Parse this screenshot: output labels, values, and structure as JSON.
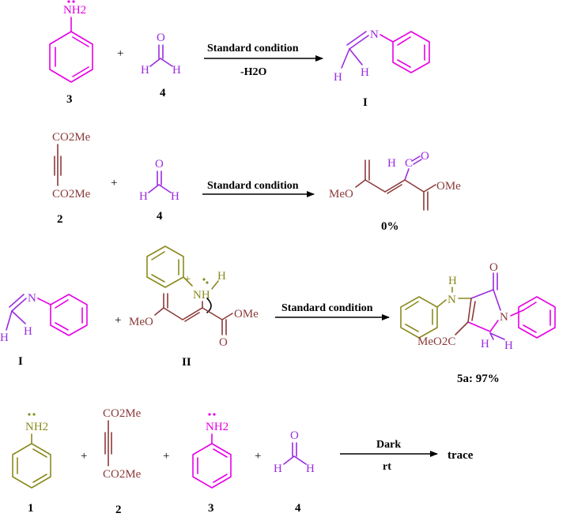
{
  "row1": {
    "aniline_group": "NH2",
    "label_aniline": "3",
    "plus": "+",
    "formaldehyde_O": "O",
    "formaldehyde_H1": "H",
    "formaldehyde_H2": "H",
    "label_formaldehyde": "4",
    "condition_top": "Standard condition",
    "condition_bottom": "-H2O",
    "imine_N": "N",
    "imine_H1": "H",
    "imine_H2": "H",
    "label_imine": "I"
  },
  "row2": {
    "ester_top": "CO2Me",
    "ester_bottom": "CO2Me",
    "label_dmad": "2",
    "plus": "+",
    "formaldehyde_O": "O",
    "formaldehyde_H1": "H",
    "formaldehyde_H2": "H",
    "label_formaldehyde": "4",
    "condition_top": "Standard condition",
    "product_H": "H",
    "product_C": "C",
    "product_O": "O",
    "product_left_ester": "MeO",
    "product_right_ester": "OMe",
    "yield": "0%"
  },
  "row3": {
    "imine_N": "N",
    "imine_H1": "H",
    "imine_H2": "H",
    "label_imine": "I",
    "plus": "+",
    "charge": "+",
    "intermediate_N": "NH",
    "intermediate_H": "H",
    "intermediate_left_ester": "MeO",
    "intermediate_right_ester": "OMe",
    "intermediate_O": "O",
    "label_intermediate": "II",
    "condition_top": "Standard condition",
    "product_NH_H": "H",
    "product_NH_N": "N",
    "product_ring_O": "O",
    "product_ring_N": "N",
    "product_ester": "MeO2C",
    "product_H1": "H",
    "product_H2": "H",
    "product_label": "5a: 97%"
  },
  "row4": {
    "aniline1_group": "NH2",
    "label_aniline1": "1",
    "plus": "+",
    "ester_top": "CO2Me",
    "ester_bottom": "CO2Me",
    "label_dmad": "2",
    "aniline3_group": "NH2",
    "label_aniline3": "3",
    "formaldehyde_O": "O",
    "formaldehyde_H1": "H",
    "formaldehyde_H2": "H",
    "label_formaldehyde": "4",
    "condition_top": "Dark",
    "condition_bottom": "rt",
    "result": "trace"
  }
}
